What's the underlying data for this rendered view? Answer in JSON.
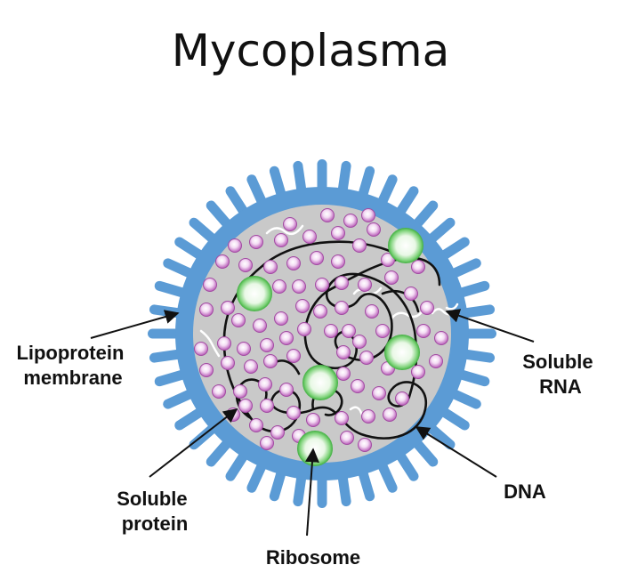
{
  "title": "Mycoplasma",
  "labels": {
    "lipoprotein_membrane": [
      "Lipoprotein",
      "membrane"
    ],
    "soluble_rna": [
      "Soluble",
      "RNA"
    ],
    "soluble_protein": [
      "Soluble",
      "protein"
    ],
    "dna": "DNA",
    "ribosome": "Ribosome"
  },
  "colors": {
    "membrane": "#5b9bd5",
    "cytoplasm": "#c9c9c9",
    "ribosome_outer": "#5dc25d",
    "protein": "#c97ac9",
    "dna": "#111111",
    "rna": "#ffffff"
  }
}
